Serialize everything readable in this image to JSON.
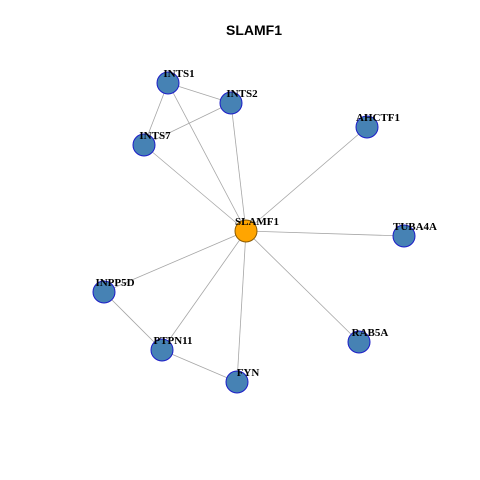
{
  "title": "SLAMF1",
  "colors": {
    "hub_fill": "#FFA500",
    "hub_stroke": "#8B5A00",
    "node_fill": "#4682B4",
    "node_stroke": "#1C1CC8",
    "edge": "#A6A6A6"
  },
  "nodes": [
    {
      "id": "SLAMF1",
      "label": "SLAMF1",
      "hub": true
    },
    {
      "id": "INTS1",
      "label": "INTS1"
    },
    {
      "id": "INTS2",
      "label": "INTS2"
    },
    {
      "id": "INTS7",
      "label": "INTS7"
    },
    {
      "id": "AHCTF1",
      "label": "AHCTF1"
    },
    {
      "id": "TUBA4A",
      "label": "TUBA4A"
    },
    {
      "id": "INPP5D",
      "label": "INPP5D"
    },
    {
      "id": "PTPN11",
      "label": "PTPN11"
    },
    {
      "id": "FYN",
      "label": "FYN"
    },
    {
      "id": "RAB5A",
      "label": "RAB5A"
    }
  ],
  "edges": [
    [
      "INTS1",
      "INTS2"
    ],
    [
      "INTS1",
      "INTS7"
    ],
    [
      "INTS1",
      "SLAMF1"
    ],
    [
      "INTS2",
      "INTS7"
    ],
    [
      "INTS2",
      "SLAMF1"
    ],
    [
      "INTS7",
      "SLAMF1"
    ],
    [
      "AHCTF1",
      "SLAMF1"
    ],
    [
      "TUBA4A",
      "SLAMF1"
    ],
    [
      "INPP5D",
      "SLAMF1"
    ],
    [
      "INPP5D",
      "PTPN11"
    ],
    [
      "PTPN11",
      "SLAMF1"
    ],
    [
      "PTPN11",
      "FYN"
    ],
    [
      "FYN",
      "SLAMF1"
    ],
    [
      "RAB5A",
      "SLAMF1"
    ]
  ]
}
